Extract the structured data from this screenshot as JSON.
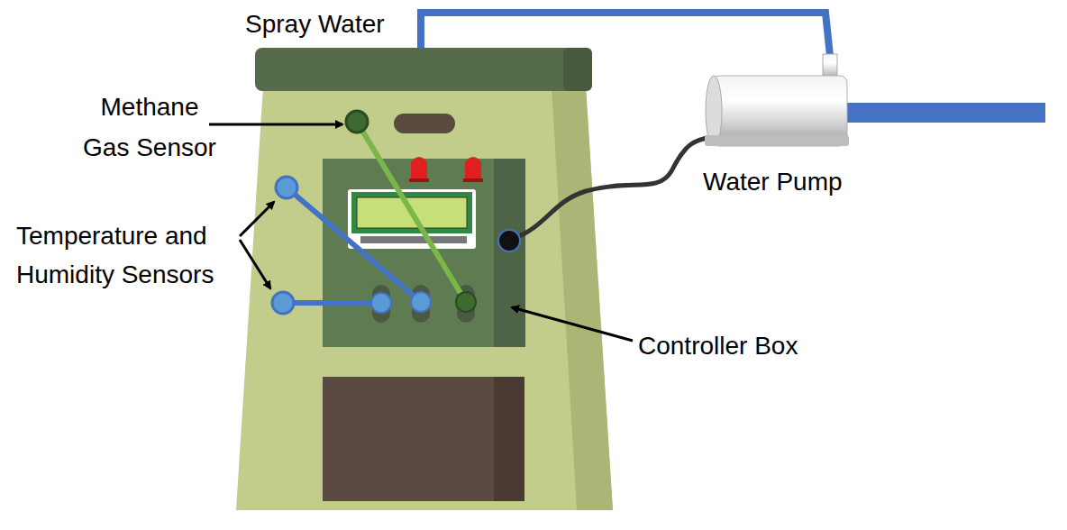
{
  "diagram": {
    "labels": [
      "Spray Water",
      "Methane Gas Sensor",
      "Temperature and Humidity Sensors",
      "Water Pump",
      "Controller Box"
    ]
  }
}
